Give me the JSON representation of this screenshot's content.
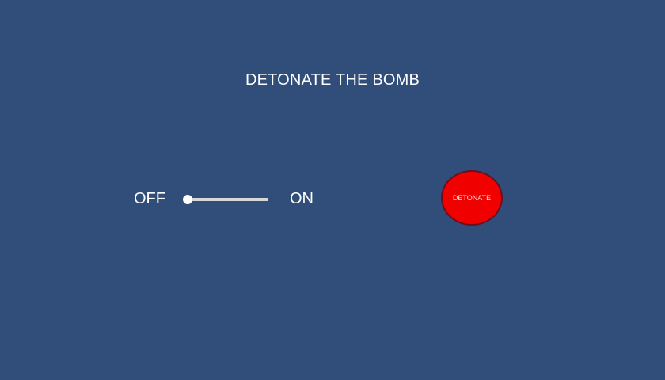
{
  "title": "DETONATE THE BOMB",
  "switch": {
    "off_label": "OFF",
    "on_label": "ON",
    "value": 0
  },
  "detonate_button": {
    "label": "DETONATE"
  },
  "colors": {
    "background": "#314d79",
    "button": "#f10000",
    "button_border": "#6b0f1f",
    "track": "#d8d8d8"
  }
}
